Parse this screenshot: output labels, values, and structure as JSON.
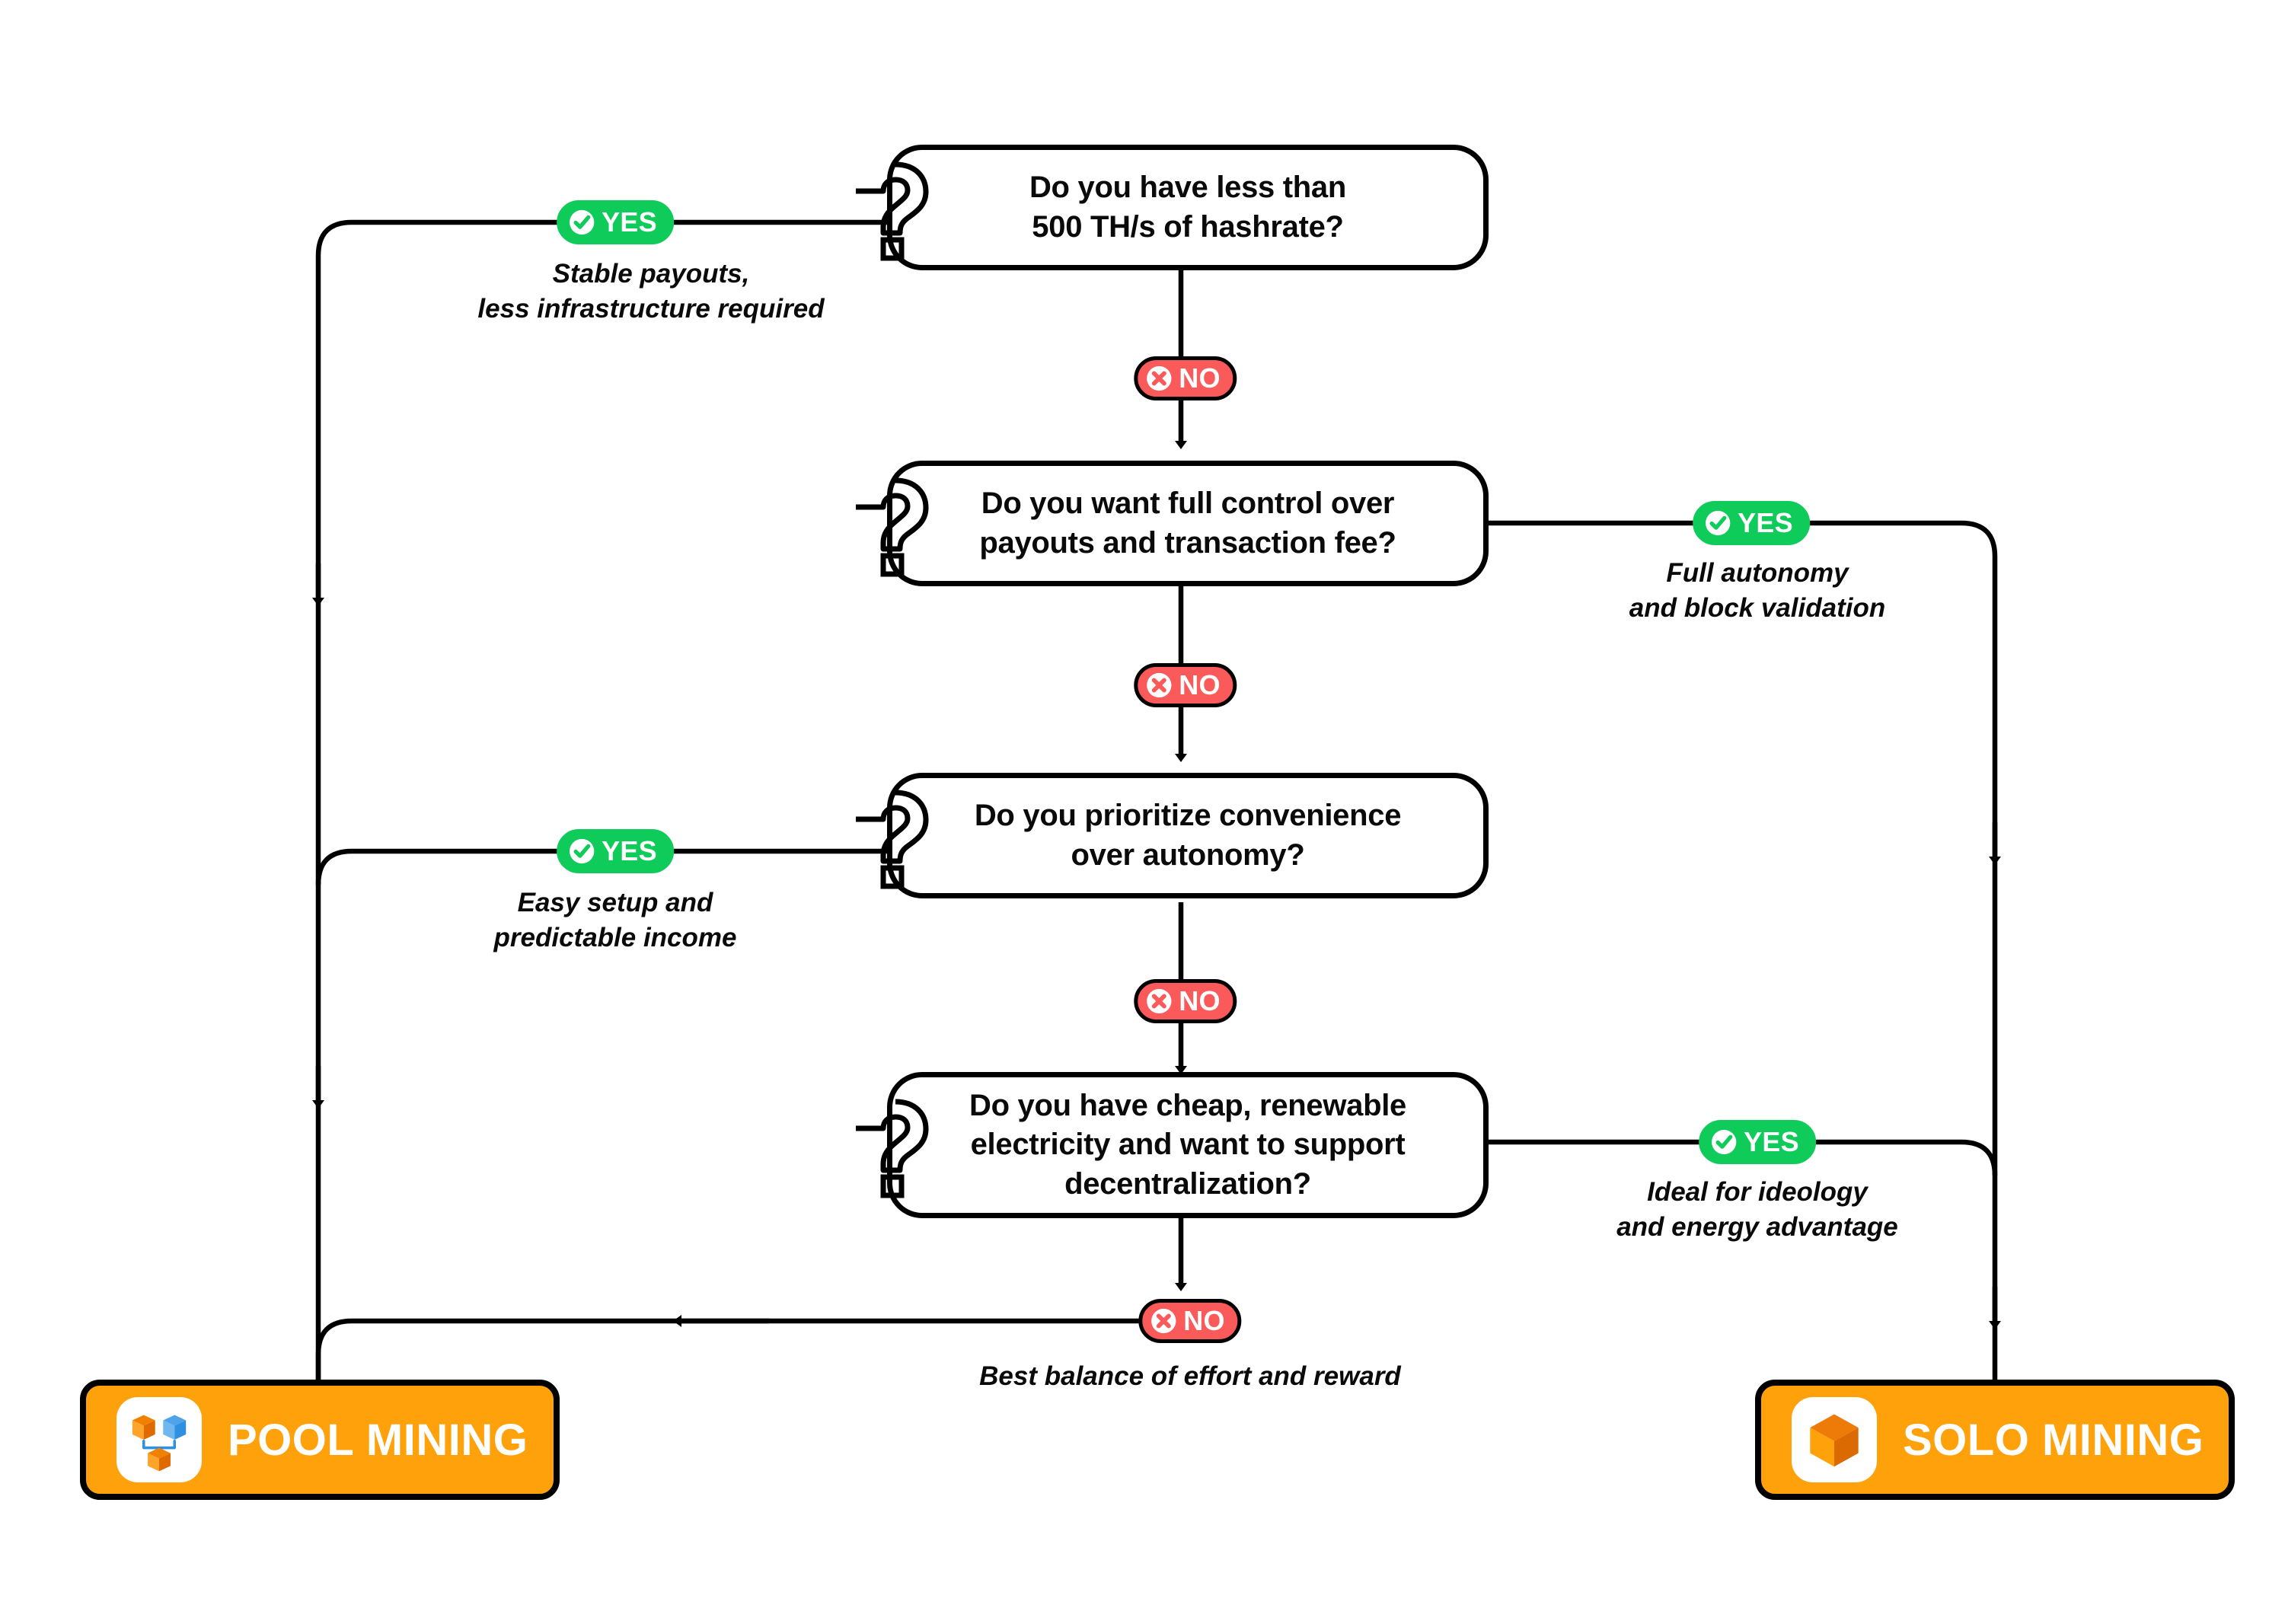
{
  "diagram": {
    "title": "Pool Mining vs Solo Mining decision flowchart",
    "colors": {
      "yes_green": "#0ECB5A",
      "no_red": "#FB5A5A",
      "outcome_orange": "#FFA10A",
      "line_black": "#000000",
      "cube_blue": "#2F8FE0"
    }
  },
  "questions": [
    {
      "id": "q1",
      "line1": "Do you have less than",
      "line2": "500 TH/s of hashrate?",
      "line3": ""
    },
    {
      "id": "q2",
      "line1": "Do you want full control over",
      "line2": "payouts and transaction fee?",
      "line3": ""
    },
    {
      "id": "q3",
      "line1": "Do you prioritize convenience",
      "line2": "over autonomy?",
      "line3": ""
    },
    {
      "id": "q4",
      "line1": "Do you have cheap, renewable",
      "line2": "electricity and want to support",
      "line3": "decentralization?"
    }
  ],
  "badges": {
    "yes_label": "YES",
    "no_label": "NO",
    "yes_icon": "check-circle-icon",
    "no_icon": "x-circle-icon"
  },
  "captions": {
    "q1_yes": "Stable payouts,\nless infrastructure required",
    "q2_yes": "Full autonomy\nand block validation",
    "q3_yes": "Easy setup and\npredictable income",
    "q4_yes": "Ideal for ideology\nand energy advantage",
    "q4_no": "Best balance of effort and reward"
  },
  "outcomes": {
    "pool": {
      "label": "POOL MINING",
      "icon": "pool-cubes-icon"
    },
    "solo": {
      "label": "SOLO MINING",
      "icon": "solo-cube-icon"
    }
  }
}
